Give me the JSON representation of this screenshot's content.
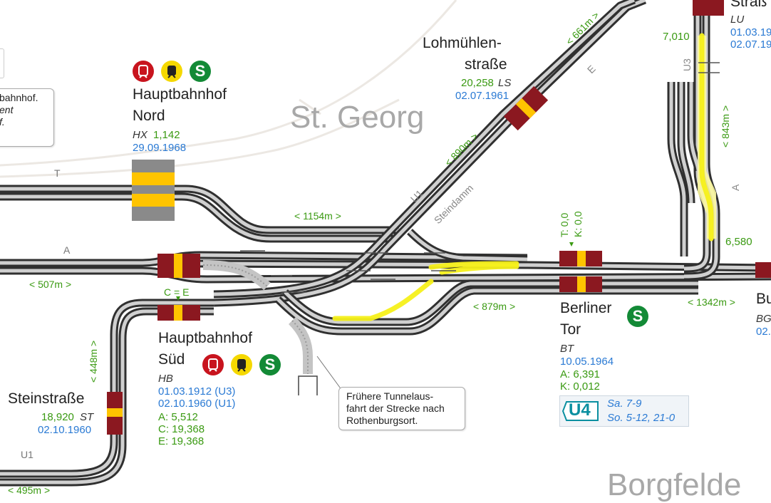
{
  "districts": {
    "st_georg": "St. Georg",
    "borgfelde": "Borgfelde"
  },
  "stations": {
    "hbf_nord": {
      "name_1": "Hauptbahnhof",
      "name_2": "Nord",
      "code": "HX",
      "distance": "1,142",
      "date": "29.09.1968"
    },
    "lohmuehlen": {
      "name_1": "Lohmühlen-",
      "name_2": "straße",
      "distance": "20,258",
      "code": "LS",
      "date": "02.07.1961"
    },
    "hbf_sued": {
      "name_1": "Hauptbahnhof",
      "name_2": "Süd",
      "code": "HB",
      "date_1": "01.03.1912 (U3)",
      "date_2": "02.10.1960 (U1)",
      "km_a": "A: 5,512",
      "km_c": "C: 19,368",
      "km_e": "E: 19,368"
    },
    "steinstrasse": {
      "name": "Steinstraße",
      "distance": "18,920",
      "code": "ST",
      "date": "02.10.1960"
    },
    "berliner_tor": {
      "name_1": "Berliner",
      "name_2": "Tor",
      "code": "BT",
      "date": "10.05.1964",
      "km_a": "A: 6,391",
      "km_k": "K: 0,012"
    },
    "top_right": {
      "name": "Straß",
      "code": "LU",
      "date_1": "01.03.19",
      "date_2": "02.07.19"
    },
    "right_edge": {
      "name": "Bu",
      "code": "BG",
      "date": "02."
    }
  },
  "distances": {
    "d661": "< 661m >",
    "d890": "< 890m >",
    "d1154": "< 1154m >",
    "d507": "< 507m >",
    "d879": "< 879m >",
    "d1342": "< 1342m >",
    "d843": "< 843m >",
    "d448": "< 448m >",
    "d495": "< 495m >",
    "km_7010": "7,010",
    "km_6580": "6,580"
  },
  "line_labels": {
    "T": "T",
    "A": "A",
    "E": "E",
    "A2": "A",
    "U1": "U1",
    "U1b": "U1",
    "U3": "U3",
    "ce": "C = E",
    "t00": "T: 0,0",
    "k00": "K: 0,0"
  },
  "streets": {
    "steindamm": "Steindamm"
  },
  "callouts": {
    "tunnel": [
      "Frühere Tunnelaus-",
      "fahrt der Strecke nach",
      "Rothenburgsort."
    ],
    "partial": [
      "bahnhof.",
      "ent",
      "f."
    ]
  },
  "u4_info": {
    "badge": "U4",
    "line_1": "Sa. 7-9",
    "line_2": "So. 5-12, 21-0"
  },
  "icons": [
    "regional-train-icon",
    "tram-icon",
    "s-bahn-icon"
  ],
  "colors": {
    "track": "#303030",
    "track_inner": "#c8c8c8",
    "platform": "#8b1820",
    "platform_center": "#ffc400",
    "highlight": "#f5f01a",
    "distance_green": "#3a9a12",
    "date_blue": "#2a7ad4",
    "u4": "#0a8fa0"
  }
}
